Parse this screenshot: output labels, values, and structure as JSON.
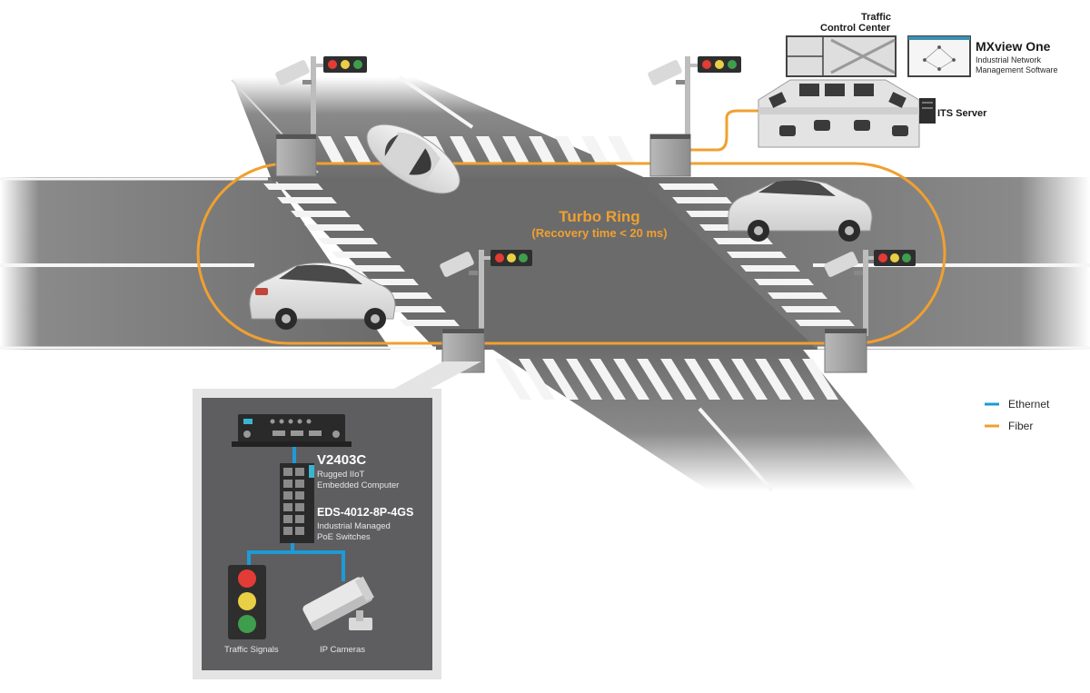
{
  "control_center": {
    "label_line1": "Traffic",
    "label_line2": "Control Center",
    "software_name": "MXview One",
    "software_desc_line1": "Industrial Network",
    "software_desc_line2": "Management Software",
    "server_label": "ITS Server"
  },
  "ring": {
    "name": "Turbo Ring",
    "recovery": "(Recovery time < 20 ms)"
  },
  "inset": {
    "computer_model": "V2403C",
    "computer_desc_line1": "Rugged IIoT",
    "computer_desc_line2": "Embedded Computer",
    "switch_model": "EDS-4012-8P-4GS",
    "switch_desc_line1": "Industrial Managed",
    "switch_desc_line2": "PoE Switches",
    "signals_label": "Traffic Signals",
    "cameras_label": "IP Cameras"
  },
  "legend": {
    "items": [
      {
        "label": "Ethernet",
        "color": "#1e9ad6"
      },
      {
        "label": "Fiber",
        "color": "#f0a030"
      }
    ]
  },
  "colors": {
    "fiber": "#f0a030",
    "ethernet": "#1e9ad6",
    "road": "#6b6b6b",
    "inset_bg": "#5e5e60",
    "signal_red": "#e33b35",
    "signal_yellow": "#e8cf45",
    "signal_green": "#3f9e4e"
  }
}
